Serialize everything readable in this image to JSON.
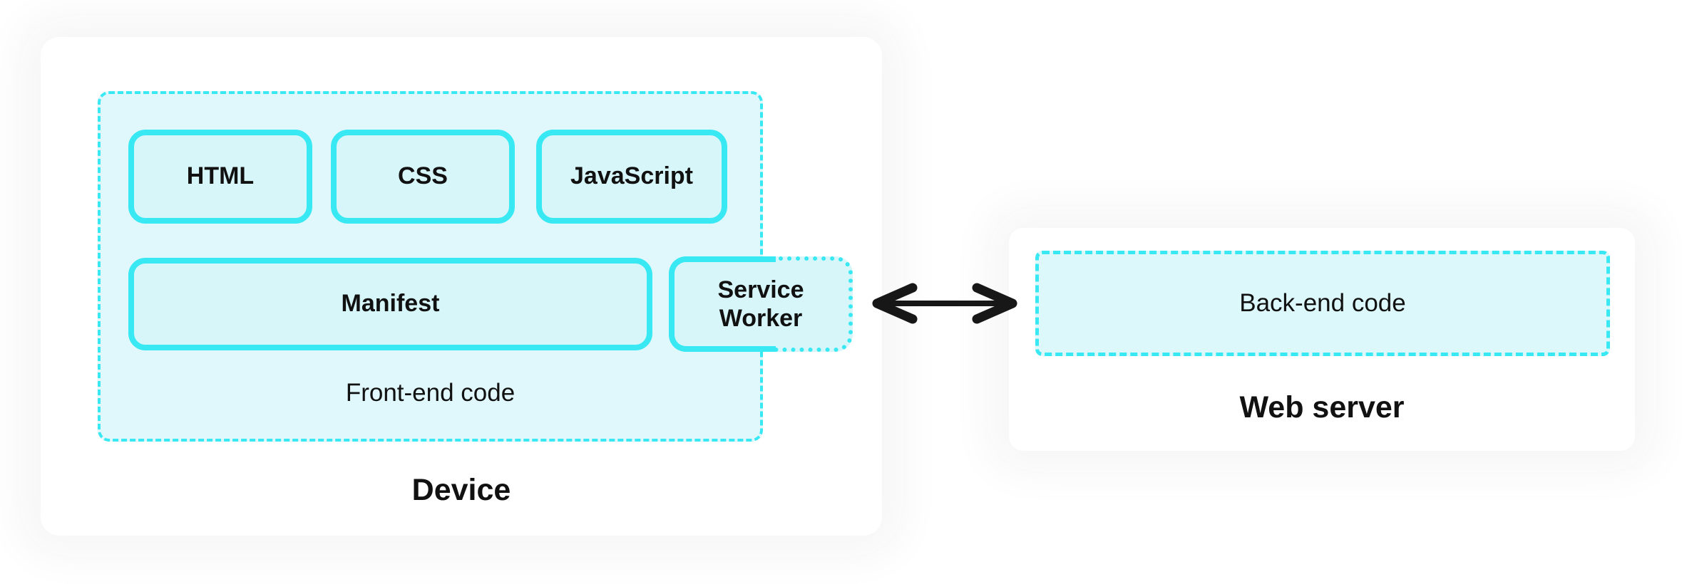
{
  "colors": {
    "accent": "#38e8f3",
    "container_fill": "#e0f8fb",
    "box_fill": "#d7f6fa",
    "backend_fill": "#ddf8fb",
    "card_bg": "#ffffff",
    "page_bg": "#ffffff",
    "text": "#111111",
    "arrow": "#171717"
  },
  "device_card": {
    "title": "Device",
    "frontend_group": {
      "caption": "Front-end code",
      "boxes": [
        {
          "label": "HTML"
        },
        {
          "label": "CSS"
        },
        {
          "label": "JavaScript"
        },
        {
          "label": "Manifest"
        },
        {
          "line1": "Service",
          "line2": "Worker"
        }
      ]
    }
  },
  "connector": {
    "icon": "left-right-arrow"
  },
  "server_card": {
    "title": "Web server",
    "backend_box": {
      "label": "Back-end code"
    }
  }
}
